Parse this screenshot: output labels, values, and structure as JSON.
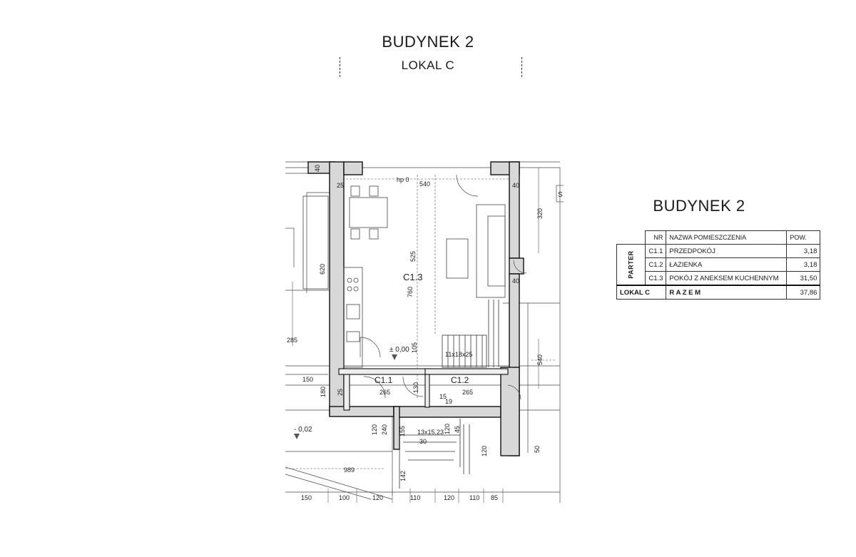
{
  "header": {
    "building": "BUDYNEK 2",
    "unit": "LOKAL C"
  },
  "plan": {
    "rooms": [
      {
        "id": "C1.3"
      },
      {
        "id": "C1.1"
      },
      {
        "id": "C1.2"
      }
    ],
    "stairs_upper": "11x18x25",
    "stairs_lower": "13x15,23",
    "stairs_lower_tread": "30",
    "level_main": "± 0,00",
    "level_outside": "- 0,02",
    "level_top": "hp 0",
    "door_label": "S",
    "dims": {
      "top_40_left": "40",
      "top_25": "25",
      "top_540": "540",
      "right_40_top": "40",
      "right_320": "320",
      "left_620": "620",
      "mid_525": "525",
      "mid_760": "760",
      "mid_105": "105",
      "right_40_mid": "40",
      "right_540": "540",
      "left_285": "285",
      "left_150": "150",
      "left_180": "180",
      "left_25": "25",
      "c11_265": "265",
      "c11_130": "130",
      "c12_265": "265",
      "c12_15": "15",
      "c12_19": "19",
      "v_120a": "120",
      "v_240": "240",
      "v_155": "155",
      "v_120b": "120",
      "v_45": "45",
      "v_120c": "120",
      "v_50": "50",
      "v_142": "142",
      "d_989": "989",
      "b_150": "150",
      "b_100": "100",
      "b_120a": "120",
      "b_110a": "110",
      "b_120b": "120",
      "b_110b": "110",
      "b_85": "85"
    }
  },
  "summary": {
    "title": "BUDYNEK 2",
    "headers": {
      "nr": "NR",
      "name": "NAZWA POMIESZCZENIA",
      "area": "POW."
    },
    "group_label": "PARTER",
    "rows": [
      {
        "nr": "C1.1",
        "name": "PRZEDPOKÓJ",
        "area": "3,18"
      },
      {
        "nr": "C1.2",
        "name": "ŁAZIENKA",
        "area": "3,18"
      },
      {
        "nr": "C1.3",
        "name": "POKÓJ Z ANEKSEM KUCHENNYM",
        "area": "31,50"
      }
    ],
    "total": {
      "label": "LOKAL C",
      "text": "R A Z E M",
      "area": "37,86"
    }
  }
}
